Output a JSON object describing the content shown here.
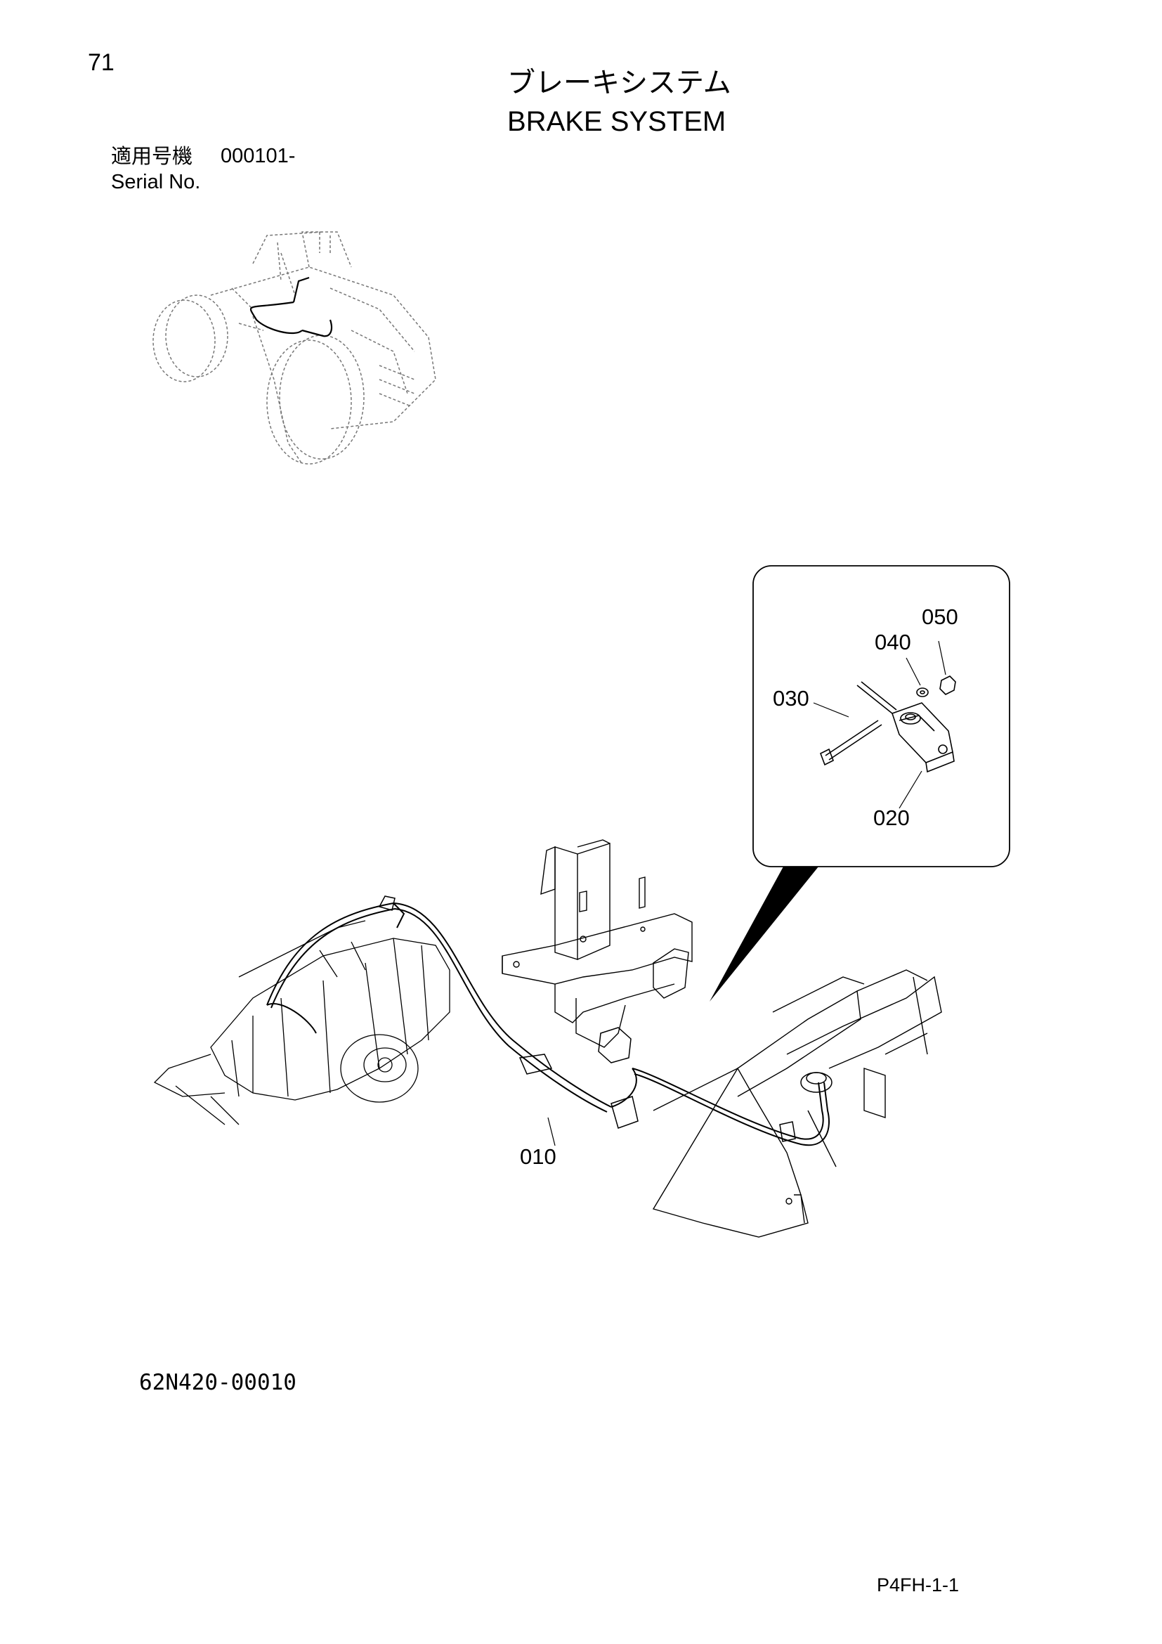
{
  "header": {
    "page_number": "71",
    "title_ja": "ブレーキシステム",
    "title_en": "BRAKE SYSTEM",
    "serial_label_ja": "適用号機",
    "serial_from": "000101-",
    "serial_label_en": "Serial No."
  },
  "callouts": {
    "p010": "010",
    "p020": "020",
    "p030": "030",
    "p040": "040",
    "p050": "050"
  },
  "footer": {
    "drawing_number": "62N420-00010",
    "sheet_code": "P4FH-1-1"
  }
}
